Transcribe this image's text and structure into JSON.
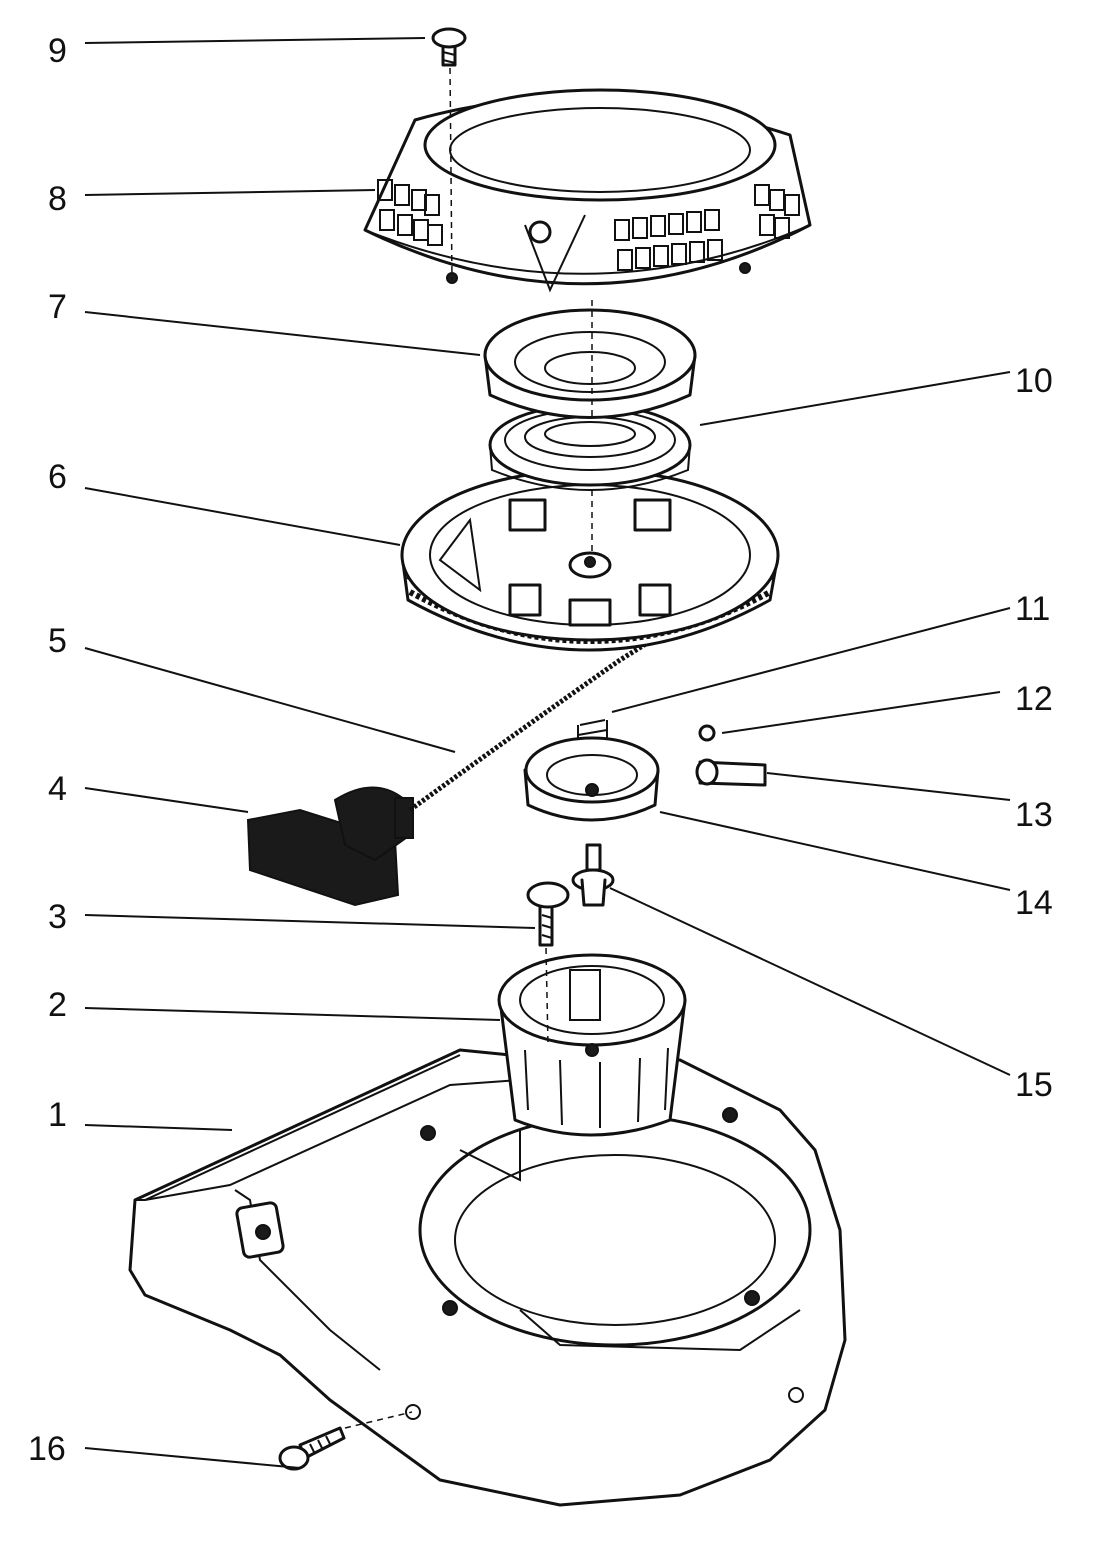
{
  "callouts": [
    "1",
    "2",
    "3",
    "4",
    "5",
    "6",
    "7",
    "8",
    "9",
    "10",
    "11",
    "12",
    "13",
    "14",
    "15",
    "16"
  ],
  "parts": [
    {
      "id": "1",
      "name": "starter-housing"
    },
    {
      "id": "2",
      "name": "drive-cup"
    },
    {
      "id": "3",
      "name": "bolt"
    },
    {
      "id": "4",
      "name": "handle"
    },
    {
      "id": "5",
      "name": "rope"
    },
    {
      "id": "6",
      "name": "pulley"
    },
    {
      "id": "7",
      "name": "spring-cover"
    },
    {
      "id": "8",
      "name": "outer-housing"
    },
    {
      "id": "9",
      "name": "screw"
    },
    {
      "id": "10",
      "name": "recoil-spring"
    },
    {
      "id": "11",
      "name": "spring"
    },
    {
      "id": "12",
      "name": "spring-small"
    },
    {
      "id": "13",
      "name": "pawl"
    },
    {
      "id": "14",
      "name": "cam"
    },
    {
      "id": "15",
      "name": "shoulder-screw"
    },
    {
      "id": "16",
      "name": "mounting-screw"
    }
  ]
}
